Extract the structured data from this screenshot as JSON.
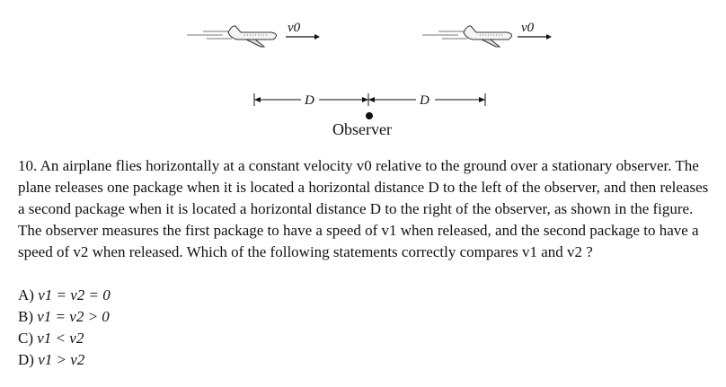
{
  "figure": {
    "velocity_label_1": "v0",
    "velocity_label_2": "v0",
    "distance_label_left": "D",
    "distance_label_right": "D",
    "observer_label": "Observer"
  },
  "question": {
    "number": "10.",
    "text": "An airplane flies horizontally at a constant velocity v0 relative to the ground over a stationary observer. The plane releases one package when it is located a horizontal distance D to the left of the observer, and then releases a second package when it is located a horizontal distance D to the right of the observer, as shown in the figure. The observer measures the first package to have a speed of v1 when released, and the second package to have a speed of v2 when released. Which of the following statements correctly compares v1 and v2 ?"
  },
  "options": [
    {
      "letter": "A)",
      "text": "v1 = v2 = 0"
    },
    {
      "letter": "B)",
      "text": "v1 = v2 > 0"
    },
    {
      "letter": "C)",
      "text": "v1 < v2"
    },
    {
      "letter": "D)",
      "text": "v1 > v2"
    }
  ]
}
